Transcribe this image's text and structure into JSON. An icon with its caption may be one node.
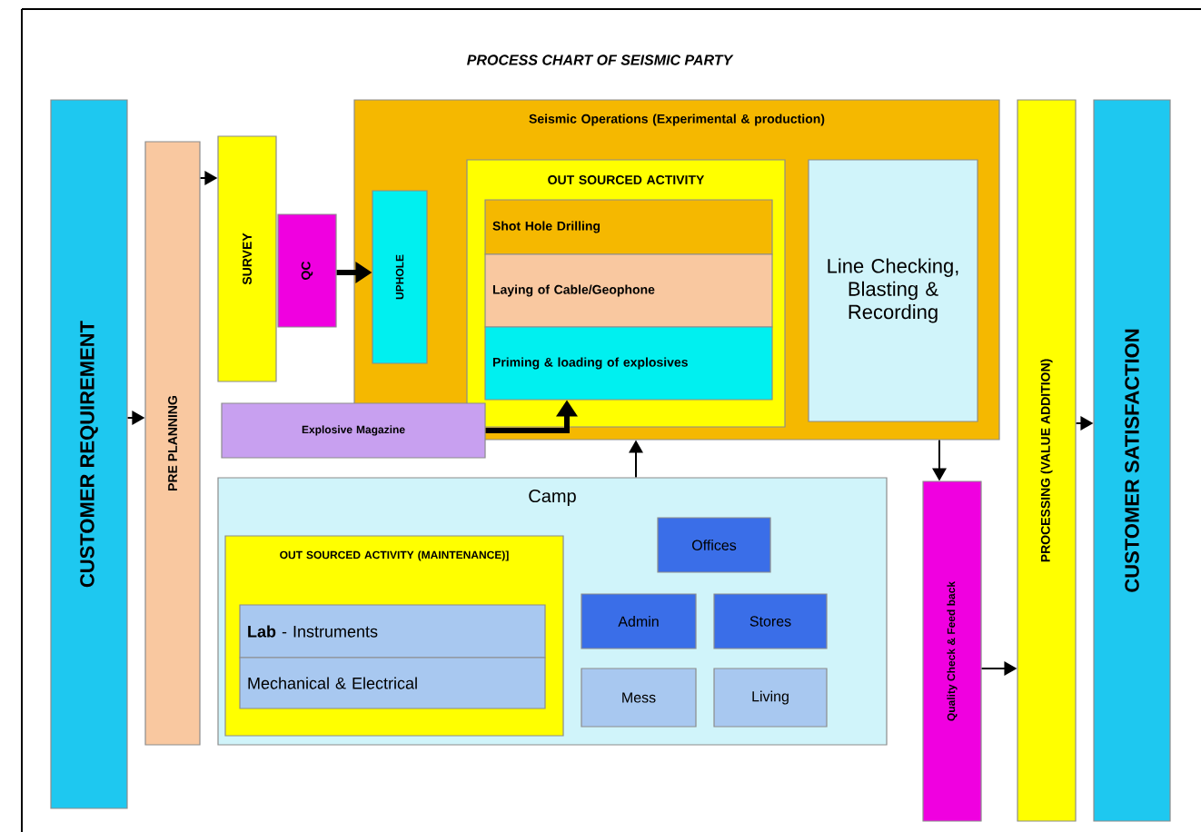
{
  "diagram": {
    "title": "PROCESS CHART OF SEISMIC PARTY",
    "nodes": [
      {
        "text": [
          "CUSTOMER REQUIREMENT"
        ]
      },
      {
        "text": [
          "PRE PLANNING"
        ]
      },
      {
        "text": [
          "SURVEY"
        ]
      },
      {
        "text": [
          "QC"
        ]
      },
      {
        "text": [
          "Seismic Operations (Experimental & production)"
        ]
      },
      {
        "text": [
          "UPHOLE"
        ],
        "in": 4
      },
      {
        "text": [
          "OUT SOURCED ACTIVITY"
        ],
        "in": 4
      },
      {
        "text": [
          "Shot Hole Drilling"
        ],
        "in": 6
      },
      {
        "text": [
          "Laying of Cable/Geophone"
        ],
        "in": 6
      },
      {
        "text": [
          "Priming & loading of explosives"
        ],
        "in": 6
      },
      {
        "text": [
          "Line Checking, Blasting & Recording"
        ],
        "in": 4
      },
      {
        "text": [
          "Explosive Magazine"
        ]
      },
      {
        "text": [
          "Camp"
        ]
      },
      {
        "text": [
          "OUT SOURCED ACTIVITY (MAINTENANCE)]"
        ],
        "in": 12
      },
      {
        "text": [
          "**Lab** - Instruments"
        ],
        "in": 13
      },
      {
        "text": [
          "Mechanical & Electrical"
        ],
        "in": 13
      },
      {
        "text": [
          "Offices"
        ],
        "in": 12
      },
      {
        "text": [
          "Admin"
        ],
        "in": 12
      },
      {
        "text": [
          "Stores"
        ],
        "in": 12
      },
      {
        "text": [
          "Mess"
        ],
        "in": 12
      },
      {
        "text": [
          "Living"
        ],
        "in": 12
      },
      {
        "text": [
          "Quality Check & Feed back"
        ]
      },
      {
        "text": [
          "PROCESSING (VALUE ADDITION)"
        ]
      },
      {
        "text": [
          "CUSTOMER SATISFACTION"
        ]
      }
    ],
    "edges": [
      {
        "from": 0,
        "to": 1,
        "arrow": "to"
      },
      {
        "from": 1,
        "to": 2,
        "arrow": "to"
      },
      {
        "from": 3,
        "to": 5,
        "arrow": "to",
        "style": "thick"
      },
      {
        "from": 11,
        "to": 9,
        "arrow": "to",
        "style": "thick"
      },
      {
        "from": 12,
        "to": 4,
        "arrow": "to"
      },
      {
        "from": 4,
        "to": 21,
        "arrow": "to"
      },
      {
        "from": 21,
        "to": 22,
        "arrow": "to"
      },
      {
        "from": 22,
        "to": 23,
        "arrow": "to"
      }
    ]
  }
}
